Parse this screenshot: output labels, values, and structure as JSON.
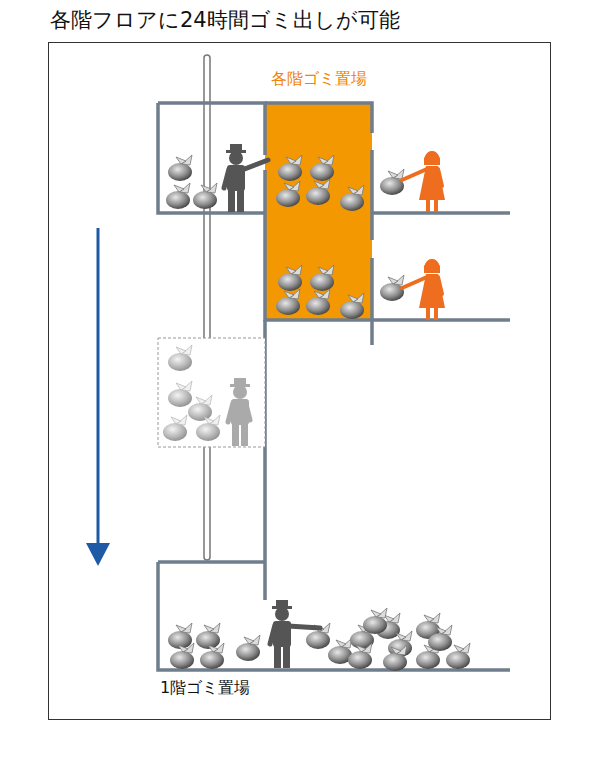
{
  "diagram": {
    "title": "各階フロアに24時間ゴミ出しが可能",
    "nodes": [
      {
        "text": [
          "各階ゴミ置場"
        ]
      },
      {
        "text": [
          "1階ゴミ置場"
        ]
      }
    ]
  }
}
